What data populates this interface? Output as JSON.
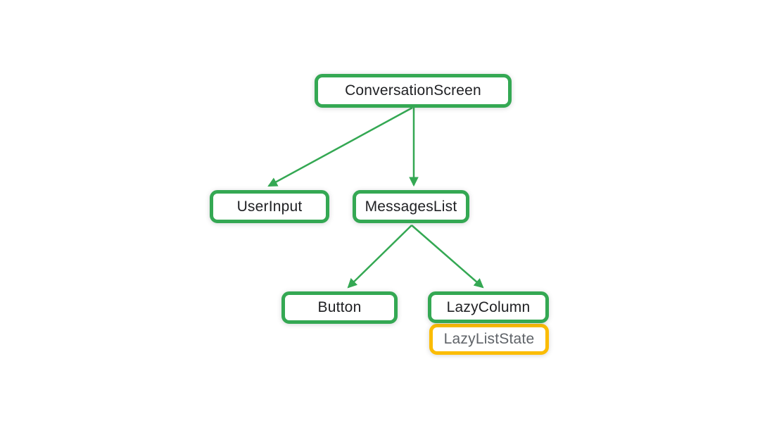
{
  "diagram": {
    "type": "tree",
    "description": "Composable component hierarchy diagram",
    "colors": {
      "background": "#FFFFFF",
      "node_border_primary": "#34A853",
      "node_border_state": "#FBBC04",
      "edge": "#34A853",
      "label_primary": "#202124",
      "label_state": "#5F6368"
    },
    "nodes": [
      {
        "id": "conversation-screen",
        "label": "ConversationScreen",
        "variant": "primary",
        "level": 0
      },
      {
        "id": "user-input",
        "label": "UserInput",
        "variant": "primary",
        "level": 1
      },
      {
        "id": "messages-list",
        "label": "MessagesList",
        "variant": "primary",
        "level": 1
      },
      {
        "id": "button",
        "label": "Button",
        "variant": "primary",
        "level": 2
      },
      {
        "id": "lazy-column",
        "label": "LazyColumn",
        "variant": "primary",
        "level": 2
      },
      {
        "id": "lazy-list-state",
        "label": "LazyListState",
        "variant": "state",
        "level": 3,
        "attached_to": "lazy-column"
      }
    ],
    "edges": [
      {
        "from": "conversation-screen",
        "to": "user-input"
      },
      {
        "from": "conversation-screen",
        "to": "messages-list"
      },
      {
        "from": "messages-list",
        "to": "button"
      },
      {
        "from": "messages-list",
        "to": "lazy-column"
      }
    ]
  }
}
